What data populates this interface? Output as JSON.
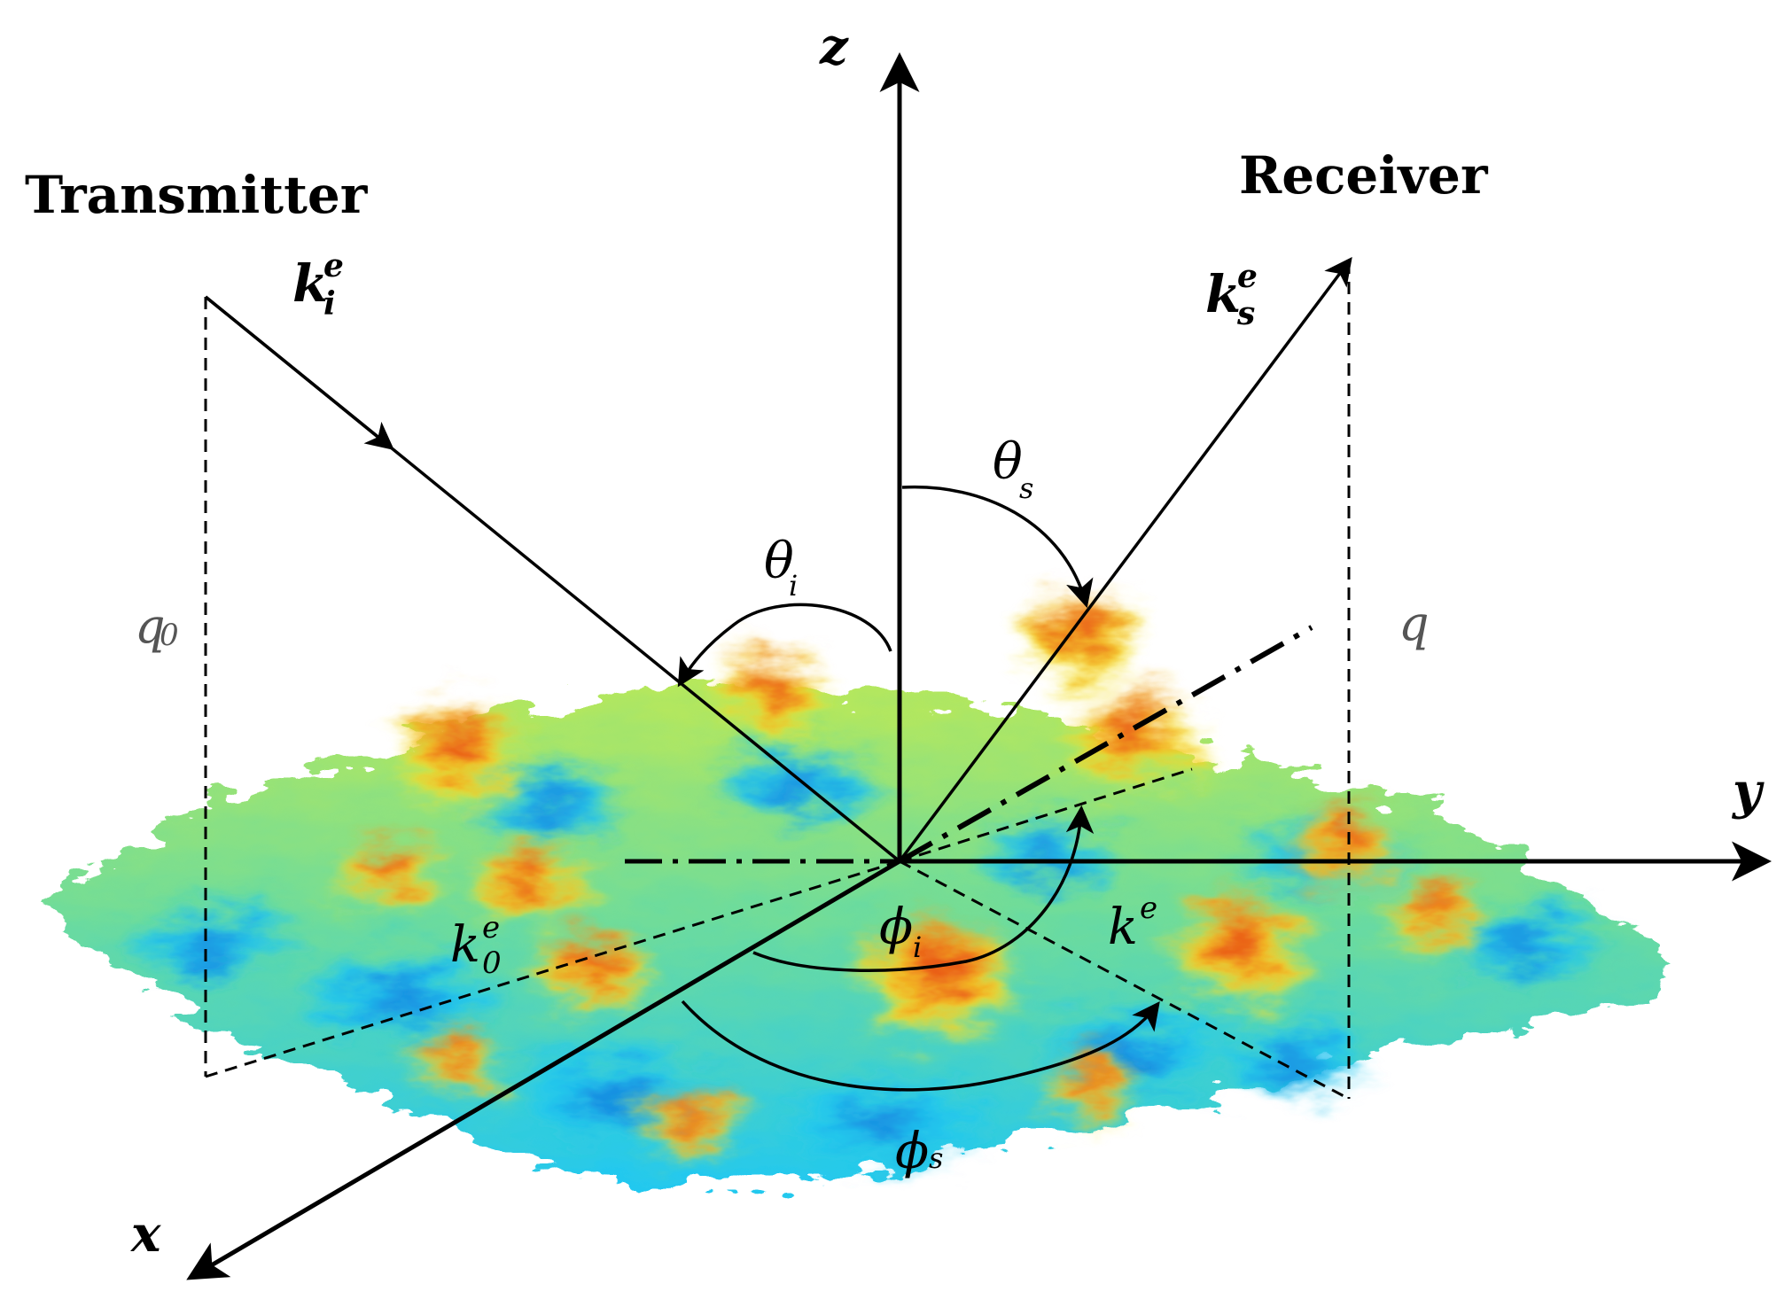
{
  "labels": {
    "transmitter": "Transmitter",
    "receiver": "Receiver",
    "axis_x": "x",
    "axis_y": "y",
    "axis_z": "z",
    "k_i": "k",
    "k_i_sup": "e",
    "k_i_sub": "i",
    "k_s": "k",
    "k_s_sup": "e",
    "k_s_sub": "s",
    "k_0": "k",
    "k_0_sup": "e",
    "k_0_sub": "0",
    "k_e": "k",
    "k_e_sup": "e",
    "theta_i": "θ",
    "theta_i_sub": "i",
    "theta_s": "θ",
    "theta_s_sub": "s",
    "phi_i": "ϕ",
    "phi_i_sub": "i",
    "phi_s": "ϕ",
    "phi_s_sub": "s",
    "q0": "q",
    "q0_sub": "0",
    "q": "q"
  },
  "colors": {
    "ink": "#000000",
    "surface_low": "#1565d8",
    "surface_mid_low": "#20c9f0",
    "surface_mid": "#7fe08a",
    "surface_mid_high": "#f5e82c",
    "surface_high": "#f28a1f",
    "surface_peak": "#e01b10"
  }
}
